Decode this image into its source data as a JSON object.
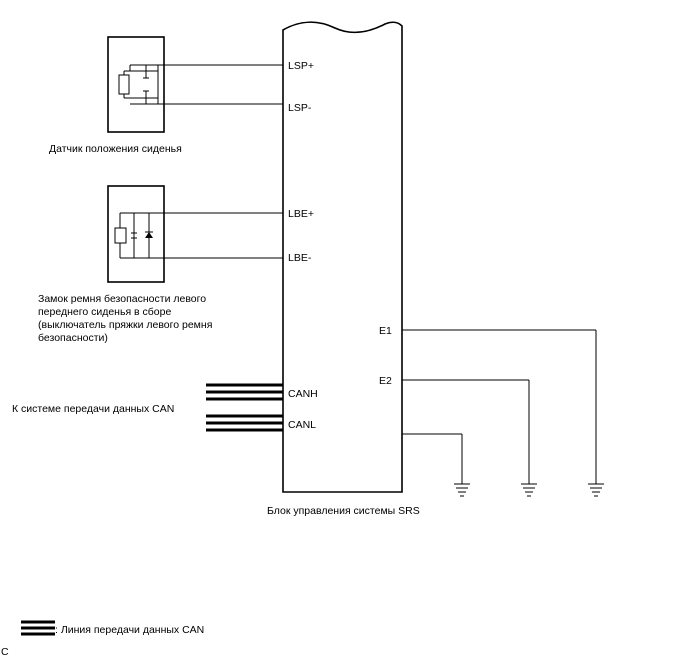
{
  "ecu": {
    "label": "Блок управления системы SRS",
    "pins": {
      "lsp_plus": "LSP+",
      "lsp_minus": "LSP-",
      "lbe_plus": "LBE+",
      "lbe_minus": "LBE-",
      "canh": "CANH",
      "canl": "CANL",
      "e1": "E1",
      "e2": "E2"
    }
  },
  "seat_position_sensor": {
    "label": "Датчик положения сиденья"
  },
  "buckle_switch": {
    "label_lines": [
      "Замок ремня безопасности левого",
      "переднего сиденья в сборе",
      "(выключатель пряжки левого ремня",
      "безопасности)"
    ]
  },
  "can_system": {
    "label": "К системе передачи данных CAN"
  },
  "legend": {
    "can_line": ": Линия передачи данных CAN"
  },
  "corner_mark": "C"
}
